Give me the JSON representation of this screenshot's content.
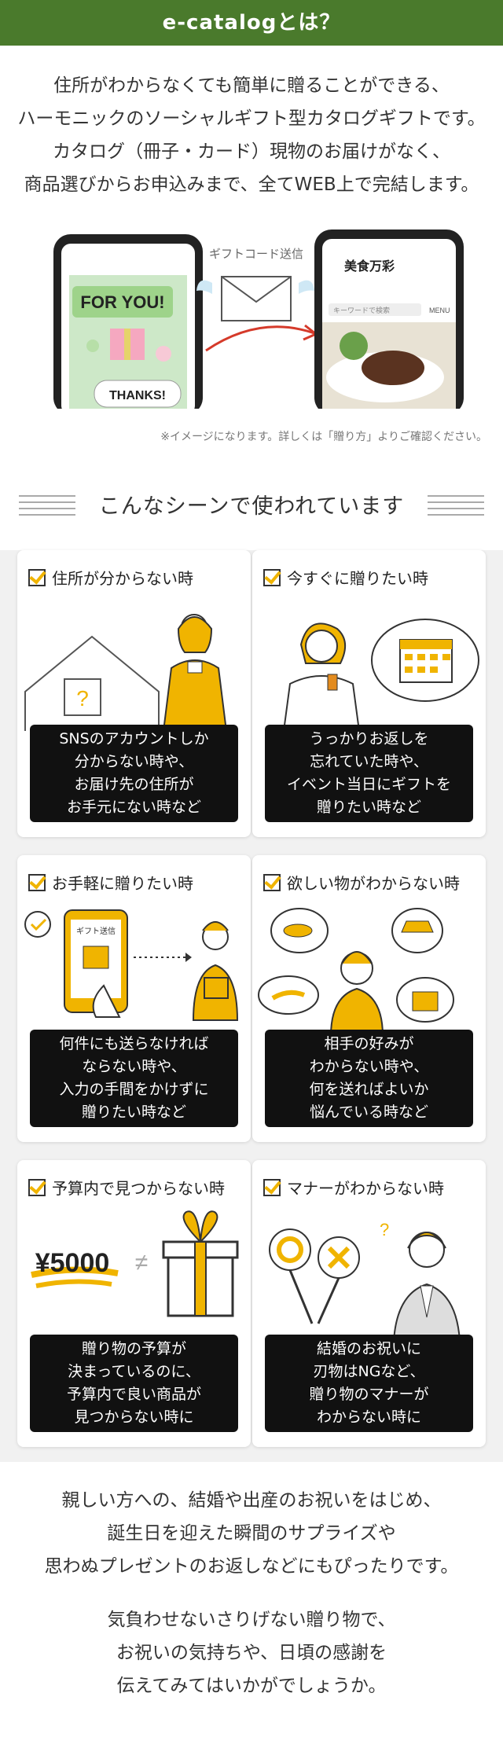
{
  "header": {
    "title": "e-catalogとは？"
  },
  "intro": {
    "lines": [
      "住所がわからなくても簡単に贈ることができる、",
      "ハーモニックのソーシャルギフト型カタログギフトです。",
      "カタログ（冊子・カード）現物のお届けがなく、",
      "商品選びからお申込みまで、全てWEB上で完結します。"
    ]
  },
  "illustration": {
    "send_label": "ギフトコード送信",
    "phone_left": {
      "for_you": "FOR YOU!",
      "thanks": "THANKS!"
    },
    "phone_right": {
      "brand": "美食万彩",
      "search_placeholder": "キーワードで検索",
      "menu": "MENU"
    },
    "note": "※イメージになります。詳しくは「贈り方」よりご確認ください。"
  },
  "scenes": {
    "title": "こんなシーンで使われています",
    "cards": [
      {
        "title": "住所が分からない時",
        "desc": [
          "SNSのアカウントしか",
          "分からない時や、",
          "お届け先の住所が",
          "お手元にない時など"
        ]
      },
      {
        "title": "今すぐに贈りたい時",
        "desc": [
          "うっかりお返しを",
          "忘れていた時や、",
          "イベント当日にギフトを",
          "贈りたい時など"
        ]
      },
      {
        "title": "お手軽に贈りたい時",
        "desc": [
          "何件にも送らなければ",
          "ならない時や、",
          "入力の手間をかけずに",
          "贈りたい時など"
        ],
        "illus_label": "ギフト送信"
      },
      {
        "title": "欲しい物がわからない時",
        "desc": [
          "相手の好みが",
          "わからない時や、",
          "何を送ればよいか",
          "悩んでいる時など"
        ]
      },
      {
        "title": "予算内で見つからない時",
        "desc": [
          "贈り物の予算が",
          "決まっているのに、",
          "予算内で良い商品が",
          "見つからない時に"
        ],
        "illus_label": "¥5000"
      },
      {
        "title": "マナーがわからない時",
        "desc": [
          "結婚のお祝いに",
          "刃物はNGなど、",
          "贈り物のマナーが",
          "わからない時に"
        ]
      }
    ]
  },
  "outro": {
    "para1": [
      "親しい方への、結婚や出産のお祝いをはじめ、",
      "誕生日を迎えた瞬間のサプライズや",
      "思わぬプレゼントのお返しなどにもぴったりです。"
    ],
    "para2": [
      "気負わせないさりげない贈り物で、",
      "お祝いの気持ちや、日頃の感謝を",
      "伝えてみてはいかがでしょうか。"
    ]
  },
  "colors": {
    "header_bg": "#4a7a2c",
    "accent_yellow": "#f0b400",
    "desc_bg": "#111111"
  }
}
